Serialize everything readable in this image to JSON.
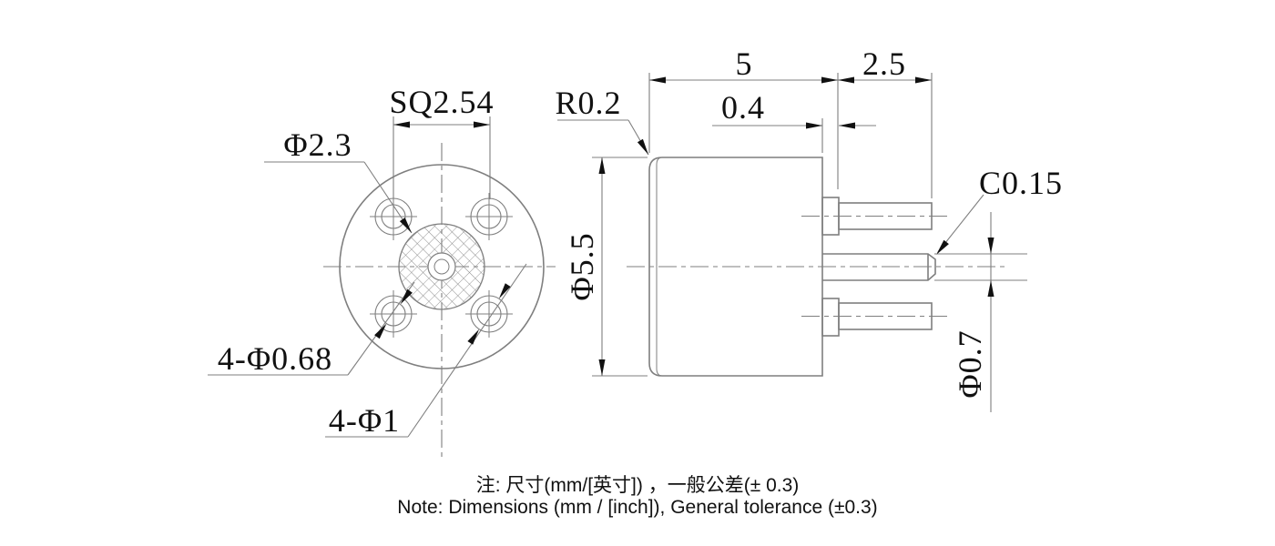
{
  "front_view": {
    "dim_square_pitch": "SQ2.54",
    "dim_core_diameter": "Φ2.3",
    "dim_pin_hole_small": "4-Φ0.68",
    "dim_pin_hole_large": "4-Φ1"
  },
  "side_view": {
    "dim_body_length": "5",
    "dim_pin_length": "2.5",
    "dim_step_length": "0.4",
    "dim_corner_radius": "R0.2",
    "dim_body_diameter": "Φ5.5",
    "dim_pin_chamfer": "C0.15",
    "dim_pin_diameter": "Φ0.7"
  },
  "notes": {
    "zh": "注: 尺寸(mm/[英寸]) ，一般公差(± 0.3)",
    "en": "Note: Dimensions (mm / [inch]), General tolerance (±0.3)"
  },
  "colors": {
    "line_gray": "#7f7f7f",
    "text_black": "#111111",
    "background": "#ffffff"
  }
}
